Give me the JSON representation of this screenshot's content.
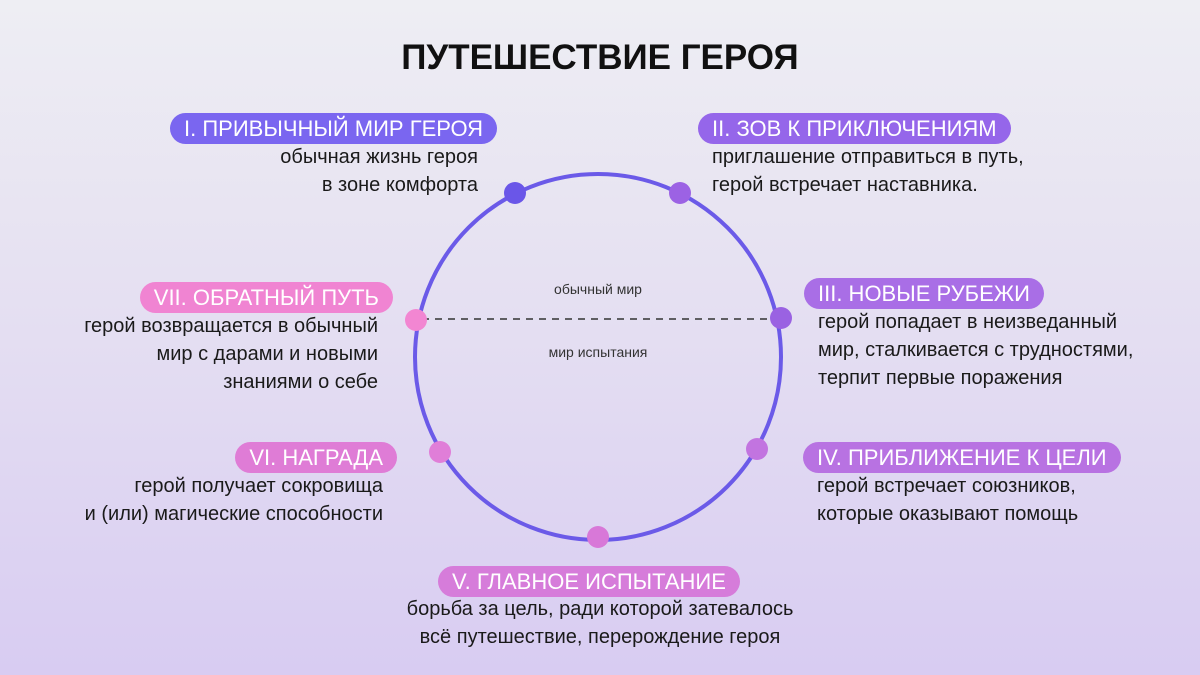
{
  "title": "ПУТЕШЕСТВИЕ ГЕРОЯ",
  "circle": {
    "upper_label": "обычный мир",
    "lower_label": "мир испытания",
    "color": "#6b5ae8"
  },
  "stages": [
    {
      "label": "I. ПРИВЫЧНЫЙ МИР ГЕРОЯ",
      "lines": [
        "обычная жизнь героя",
        "в зоне комфорта"
      ],
      "color": "#7a66f0",
      "dot": "#6a56e8"
    },
    {
      "label": "II. ЗОВ К ПРИКЛЮЧЕНИЯМ",
      "lines": [
        "приглашение отправиться в путь,",
        "герой встречает наставника."
      ],
      "color": "#9566ea",
      "dot": "#9c62e4"
    },
    {
      "label": "III. НОВЫЕ РУБЕЖИ",
      "lines": [
        "герой попадает в неизведанный",
        "мир, сталкивается с трудностями,",
        "терпит первые поражения"
      ],
      "color": "#a96ee6",
      "dot": "#9a62e2"
    },
    {
      "label": "IV. ПРИБЛИЖЕНИЕ К ЦЕЛИ",
      "lines": [
        "герой встречает союзников,",
        "которые оказывают помощь"
      ],
      "color": "#b872e2",
      "dot": "#c274e0"
    },
    {
      "label": "V. ГЛАВНОЕ ИСПЫТАНИЕ",
      "lines": [
        "борьба за цель, ради которой затевалось",
        "всё путешествие, перерождение героя"
      ],
      "color": "#d67cda",
      "dot": "#d878d8"
    },
    {
      "label": "VI. НАГРАДА",
      "lines": [
        "герой получает сокровища",
        "и (или) магические способности"
      ],
      "color": "#df7cd6",
      "dot": "#e07ed8"
    },
    {
      "label": "VII. ОБРАТНЫЙ ПУТЬ",
      "lines": [
        "герой возвращается в обычный",
        "мир с дарами и новыми",
        "знаниями о себе"
      ],
      "color": "#f084d2",
      "dot": "#f286d2"
    }
  ]
}
